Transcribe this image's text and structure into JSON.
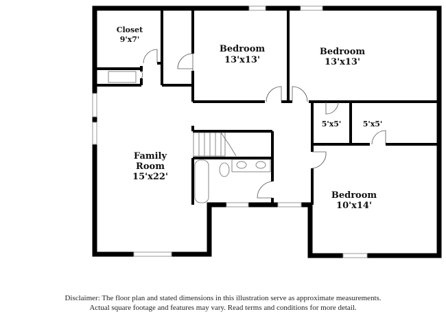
{
  "rooms": [
    {
      "name": "Closet",
      "size": "9'x7'"
    },
    {
      "name": "Bedroom",
      "size": "13'x13'"
    },
    {
      "name": "Bedroom",
      "size": "13'x13'"
    },
    {
      "name": "",
      "size": "5'x5'"
    },
    {
      "name": "",
      "size": "5'x5'"
    },
    {
      "name": "Family Room",
      "name_line1": "Family",
      "name_line2": "Room",
      "size": "15'x22'"
    },
    {
      "name": "Bedroom",
      "size": "10'x14'"
    }
  ],
  "disclaimer": {
    "line1": "Disclaimer: The floor plan and stated dimensions in this illustration serve as approximate measurements.",
    "line2": "Actual square footage and features may vary. Read terms and conditions for more detail."
  }
}
